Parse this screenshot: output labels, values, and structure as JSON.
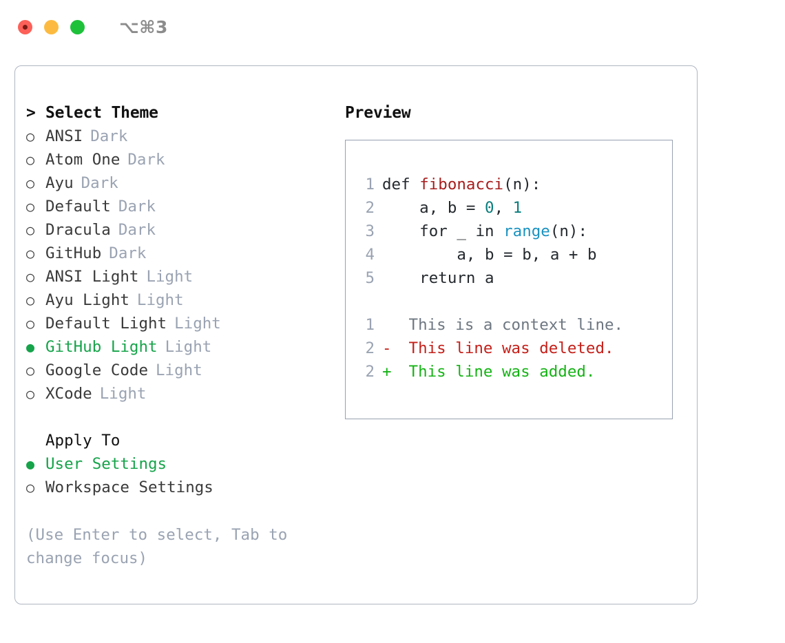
{
  "titlebar": {
    "shortcut": "⌥⌘3",
    "buttons": [
      {
        "name": "close",
        "color": "#fc6058"
      },
      {
        "name": "minimize",
        "color": "#fcbb40"
      },
      {
        "name": "maximize",
        "color": "#1ec13a"
      }
    ]
  },
  "colors": {
    "accent_green": "#16a34a",
    "muted": "#9aa3b2",
    "text": "#3a3a3a",
    "border": "#aeb6c2",
    "preview_border": "#97a1b1",
    "syntax_function": "#a81d1d",
    "syntax_number": "#0b7d7d",
    "syntax_call": "#1a92c0",
    "diff_context": "#6e7781",
    "diff_deleted": "#c4201a",
    "diff_added": "#15b315"
  },
  "theme_selector": {
    "header": "Select Theme",
    "caret": ">",
    "bullet_selected": "●",
    "bullet_unselected": "○",
    "items": [
      {
        "name": "ANSI",
        "kind": "Dark",
        "selected": false
      },
      {
        "name": "Atom One",
        "kind": "Dark",
        "selected": false
      },
      {
        "name": "Ayu",
        "kind": "Dark",
        "selected": false
      },
      {
        "name": "Default",
        "kind": "Dark",
        "selected": false
      },
      {
        "name": "Dracula",
        "kind": "Dark",
        "selected": false
      },
      {
        "name": "GitHub",
        "kind": "Dark",
        "selected": false
      },
      {
        "name": "ANSI Light",
        "kind": "Light",
        "selected": false
      },
      {
        "name": "Ayu Light",
        "kind": "Light",
        "selected": false
      },
      {
        "name": "Default Light",
        "kind": "Light",
        "selected": false
      },
      {
        "name": "GitHub Light",
        "kind": "Light",
        "selected": true
      },
      {
        "name": "Google Code",
        "kind": "Light",
        "selected": false
      },
      {
        "name": "XCode",
        "kind": "Light",
        "selected": false
      }
    ]
  },
  "apply_to": {
    "header": "Apply To",
    "items": [
      {
        "name": "User Settings",
        "selected": true
      },
      {
        "name": "Workspace Settings",
        "selected": false
      }
    ]
  },
  "hint": "(Use Enter to select, Tab to change focus)",
  "preview": {
    "header": "Preview",
    "code_lines": [
      {
        "lineno": "1",
        "tokens": [
          {
            "t": "def ",
            "c": "plain"
          },
          {
            "t": "fibonacci",
            "c": "fn"
          },
          {
            "t": "(n):",
            "c": "plain"
          }
        ]
      },
      {
        "lineno": "2",
        "tokens": [
          {
            "t": "    a, b = ",
            "c": "plain"
          },
          {
            "t": "0",
            "c": "num"
          },
          {
            "t": ", ",
            "c": "plain"
          },
          {
            "t": "1",
            "c": "num"
          }
        ]
      },
      {
        "lineno": "3",
        "tokens": [
          {
            "t": "    for _ in ",
            "c": "plain"
          },
          {
            "t": "range",
            "c": "call"
          },
          {
            "t": "(n):",
            "c": "plain"
          }
        ]
      },
      {
        "lineno": "4",
        "tokens": [
          {
            "t": "        a, b = b, a + b",
            "c": "plain"
          }
        ]
      },
      {
        "lineno": "5",
        "tokens": [
          {
            "t": "    return a",
            "c": "plain"
          }
        ]
      }
    ],
    "diff_lines": [
      {
        "lineno": "1",
        "mark": " ",
        "text": " This is a context line.",
        "kind": "context"
      },
      {
        "lineno": "2",
        "mark": "-",
        "text": " This line was deleted.",
        "kind": "del"
      },
      {
        "lineno": "2",
        "mark": "+",
        "text": " This line was added.",
        "kind": "add"
      }
    ]
  }
}
